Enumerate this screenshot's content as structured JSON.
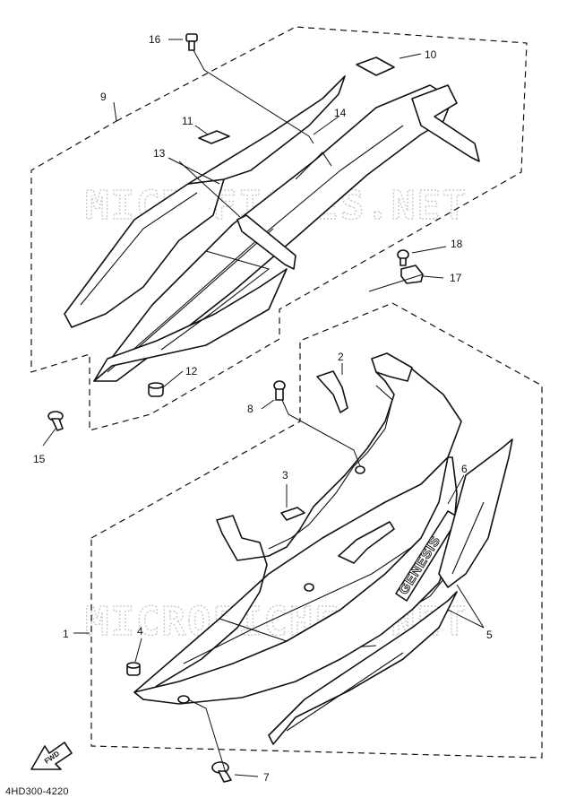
{
  "watermarks": [
    "MICROFICHES.NET",
    "MICROFICHES.NET"
  ],
  "drawing_code": "4HD300-4220",
  "emblem_text": "GENESIS",
  "fwd_arrow_label": "FWD",
  "callouts": {
    "c1": "1",
    "c2": "2",
    "c3": "3",
    "c4": "4",
    "c5": "5",
    "c6": "6",
    "c7": "7",
    "c8": "8",
    "c9": "9",
    "c10": "10",
    "c11": "11",
    "c12": "12",
    "c13": "13",
    "c14": "14",
    "c15": "15",
    "c16": "16",
    "c17": "17",
    "c18": "18"
  }
}
